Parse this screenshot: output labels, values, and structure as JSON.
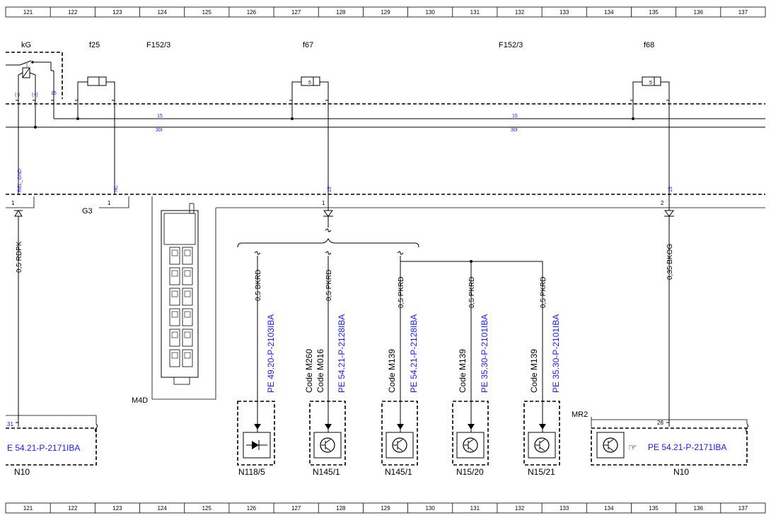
{
  "ruler": {
    "columns": [
      "121",
      "122",
      "123",
      "124",
      "125",
      "126",
      "127",
      "128",
      "129",
      "130",
      "131",
      "132",
      "133",
      "134",
      "135",
      "136",
      "137"
    ]
  },
  "components": {
    "kg": "kG",
    "f25": "f25",
    "f152_left": "F152/3",
    "f67": "f67",
    "f152_right": "F152/3",
    "f68": "f68",
    "g3": "G3",
    "m4d": "M4D",
    "mr2": "MR2",
    "n10_left": "N10",
    "n10_right": "N10",
    "n118_5": "N118/5",
    "n145_1_a": "N145/1",
    "n145_1_b": "N145/1",
    "n15_20": "N15/20",
    "n15_21": "N15/21"
  },
  "pins": {
    "kg_minus": "(-)",
    "kg_plus": "(+)",
    "kg_15": "15",
    "fuse_f67": "5",
    "fuse_f68": "5",
    "g3_pin": "1",
    "left_pin": "1",
    "mid_pin": "1",
    "right_pin": "2",
    "n10_left_pin": "31",
    "n10_right_pin": "28"
  },
  "buses": {
    "b15_left": "15",
    "b30_left": "30t",
    "b15_right": "15",
    "b30_right": "30t"
  },
  "signals": {
    "rel_gnd": "REL_GND",
    "nc": "NC",
    "s15_mid": "15",
    "s15_right": "15"
  },
  "wires": {
    "w_left": "0,5 RDPK",
    "w_right": "0,35 BKOG",
    "w1": "0,5 BKRD",
    "w2": "0,5 PKRD",
    "w3": "0,5 PKRD",
    "w4": "0,5 PKRD",
    "w5": "0,5 PKRD"
  },
  "codes": {
    "c2a": "Code M260",
    "c2b": "Code M016",
    "c3": "Code M139",
    "c4": "Code M139",
    "c5": "Code M139"
  },
  "references": {
    "r1": "PE 49.20-P-2103IBA",
    "r2": "PE 54.21-P-2128IBA",
    "r3": "PE 54.21-P-2128IBA",
    "r4": "PE 35.30-P-2101IBA",
    "r5": "PE 35.30-P-2101IBA",
    "n10_left_ref": "E 54.21-P-2171IBA",
    "n10_right_ref": "PE 54.21-P-2171IBA",
    "hand_glyph": "☞"
  },
  "colors": {
    "reference_text": "#1a1aff",
    "lines": "#000000"
  }
}
